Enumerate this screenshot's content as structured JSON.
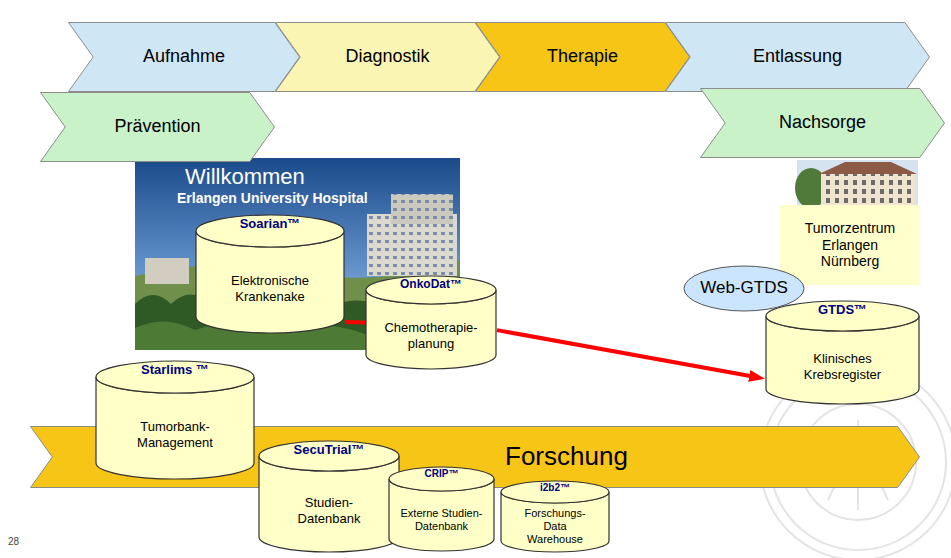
{
  "diagram": {
    "nodes": [
      {
        "text": [
          "Aufnahme"
        ]
      },
      {
        "text": [
          "Diagnostik"
        ]
      },
      {
        "text": [
          "Therapie"
        ]
      },
      {
        "text": [
          "Entlassung"
        ]
      },
      {
        "text": [
          "Prävention"
        ]
      },
      {
        "text": [
          "Nachsorge"
        ]
      },
      {
        "text": [
          "Willkommen",
          "Erlangen University Hospital"
        ]
      },
      {
        "text": [
          "Soarian™",
          "Elektronische Krankenake"
        ],
        "in": 6
      },
      {
        "text": [
          "Tumorzentrum Erlangen Nürnberg"
        ]
      },
      {
        "text": [
          "Web-GTDS"
        ]
      },
      {
        "text": [
          "OnkoDat™",
          "Chemotherapie- planung"
        ]
      },
      {
        "text": [
          "GTDS™",
          "Klinisches Krebsregister"
        ]
      },
      {
        "text": [
          "Starlims ™",
          "Tumorbank- Management"
        ]
      },
      {
        "text": [
          "Forschung"
        ]
      },
      {
        "text": [
          "SecuTrial™",
          "Studien- Datenbank"
        ]
      },
      {
        "text": [
          "CRIP™",
          "Externe Studien- Datenbank"
        ]
      },
      {
        "text": [
          "i2b2™",
          "Forschungs- Data Warehouse"
        ]
      }
    ],
    "edges": [
      {
        "from": 7,
        "to": 10,
        "arrow": "none"
      },
      {
        "from": 10,
        "to": 11,
        "arrow": "to"
      }
    ],
    "labels": [
      "28"
    ]
  }
}
